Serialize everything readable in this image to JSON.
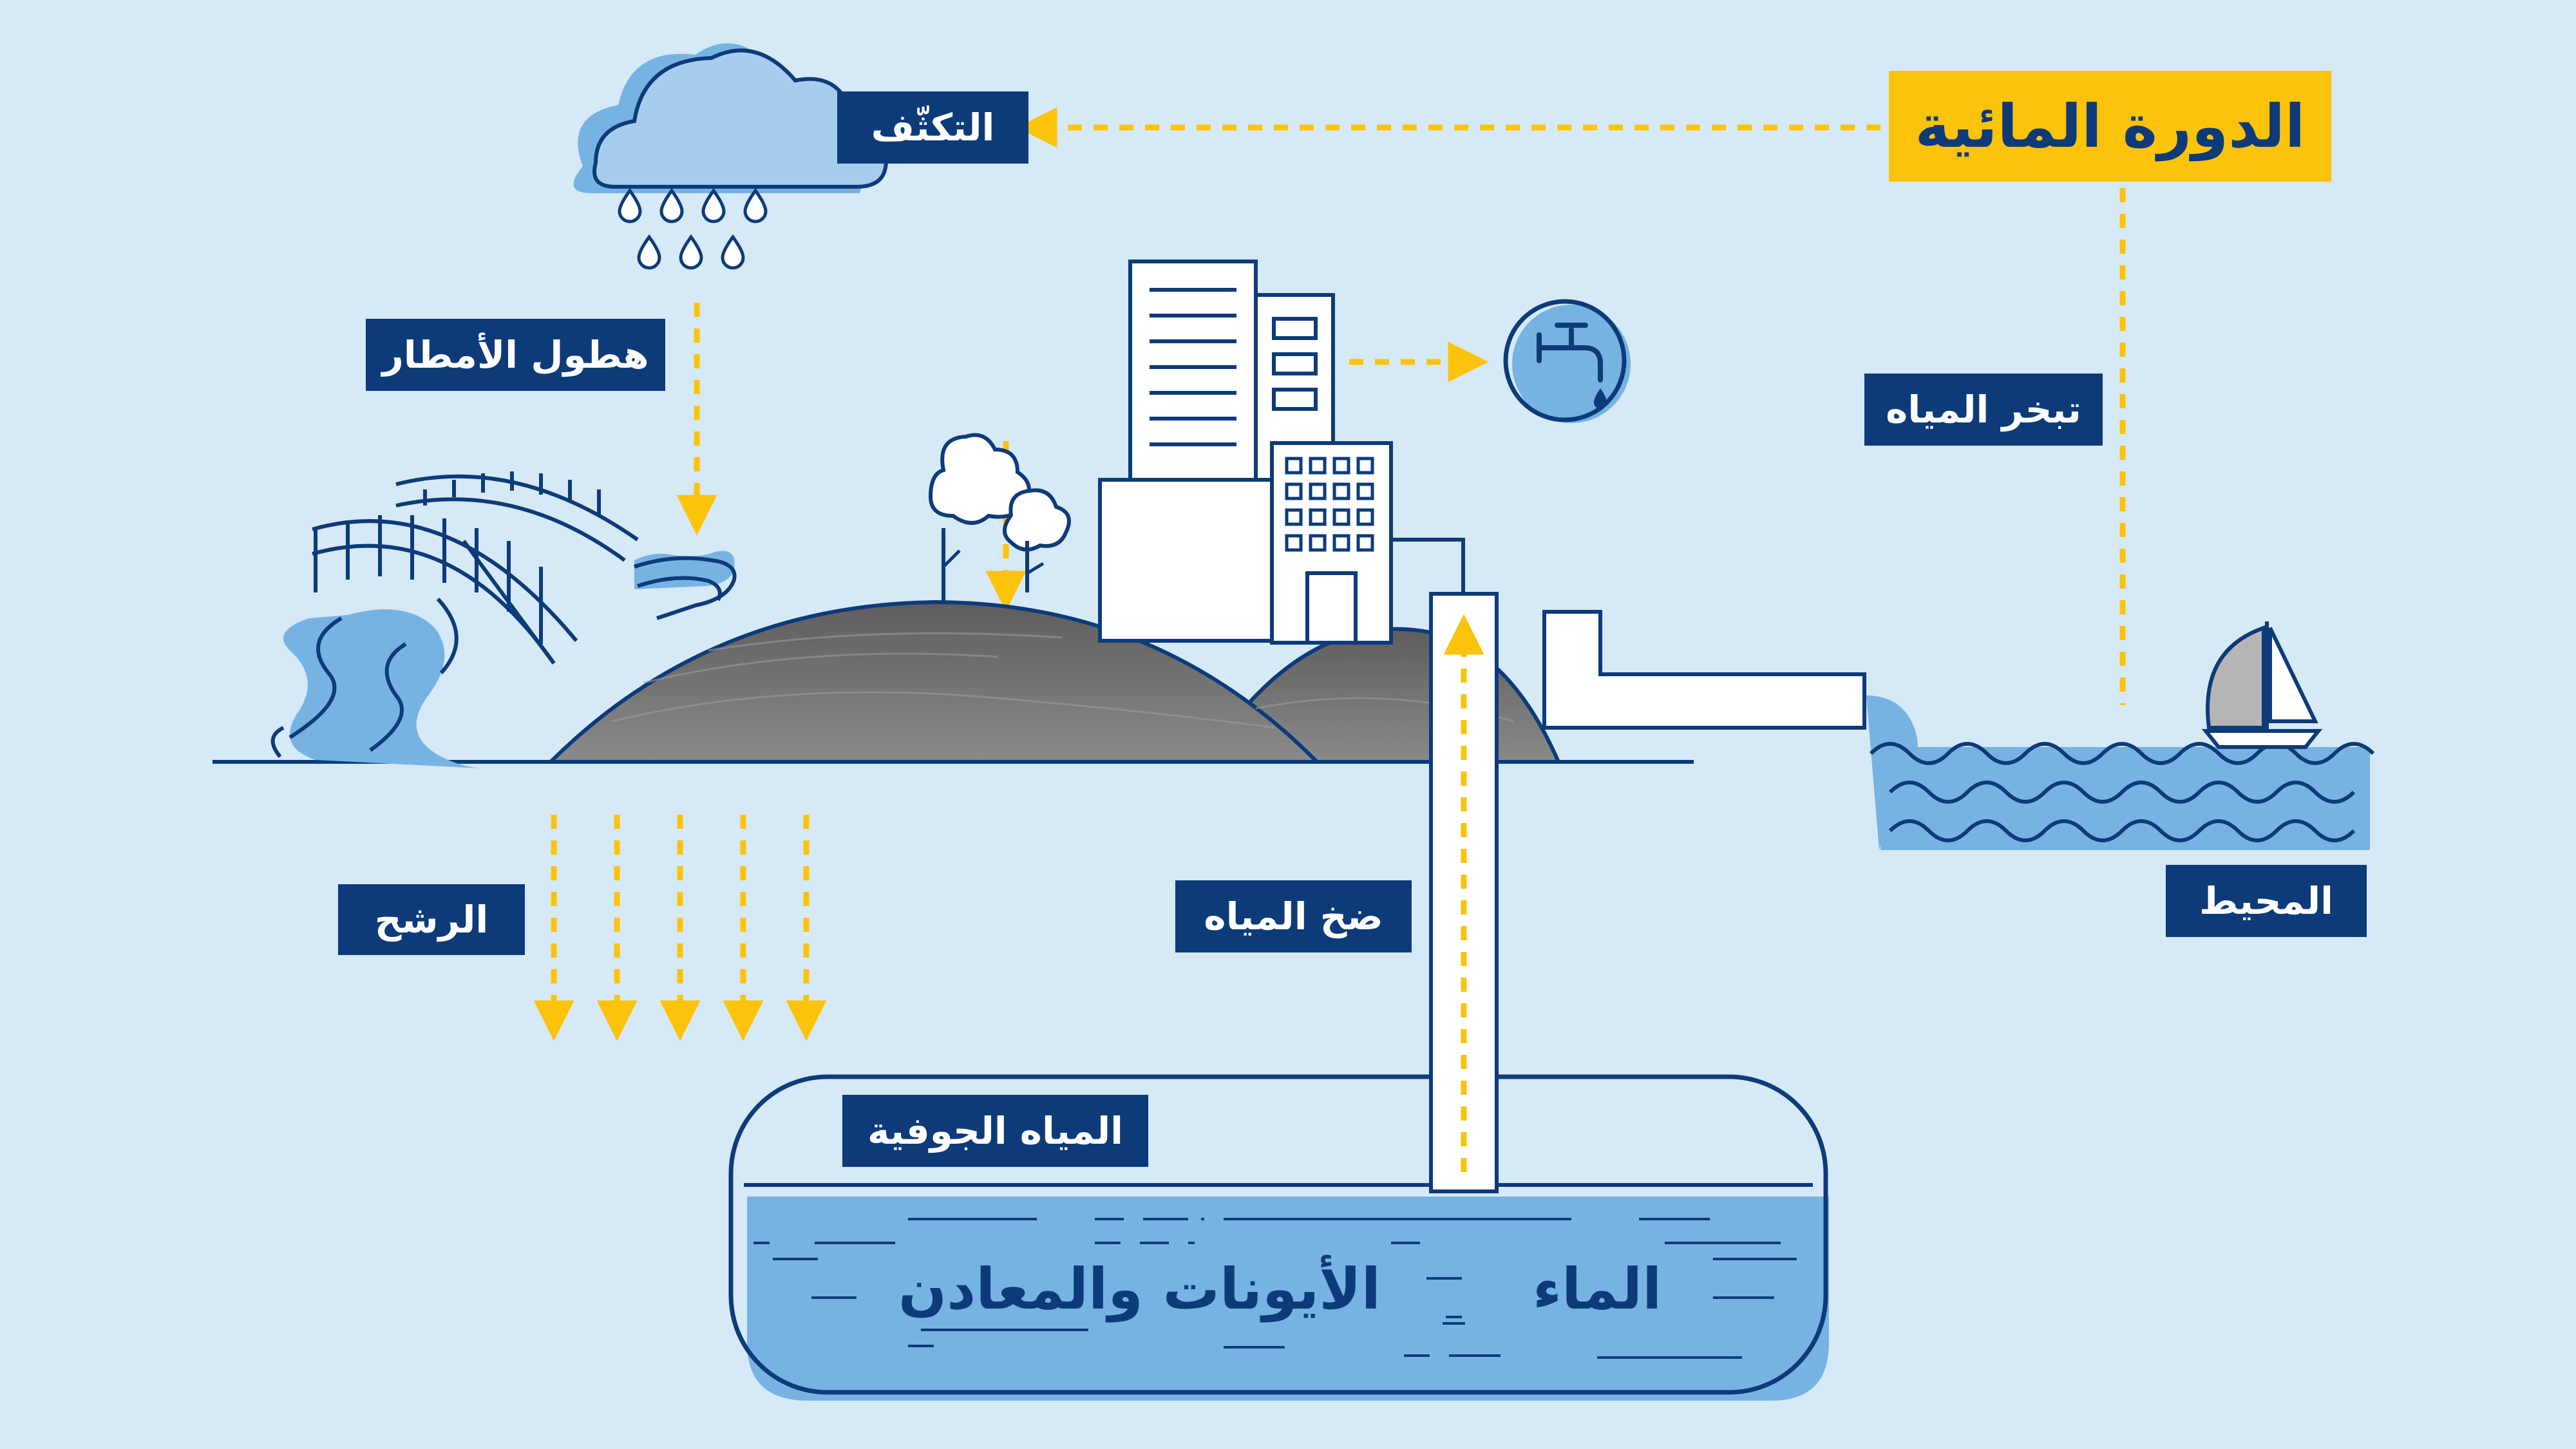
{
  "title": "الدورة المائية",
  "labels": {
    "condensation": "التكثّف",
    "evaporation": "تبخر المياه",
    "precipitation": "هطول الأمطار",
    "infiltration": "الرشح",
    "pumping": "ضخ المياه",
    "ocean": "المحيط",
    "groundwater": "المياه الجوفية",
    "water": "الماء",
    "ions_minerals": "الأيونات والمعادن"
  },
  "colors": {
    "background": "#d6e9f6",
    "navy": "#0d3b7a",
    "yellow": "#fcc30b",
    "water_blue": "#76b3e3",
    "hill_grey": "#6e6e6e"
  },
  "icons": [
    "cloud-rain-icon",
    "tap-icon",
    "sailboat-icon",
    "bridge-icon",
    "tree-icon",
    "building-icon"
  ]
}
